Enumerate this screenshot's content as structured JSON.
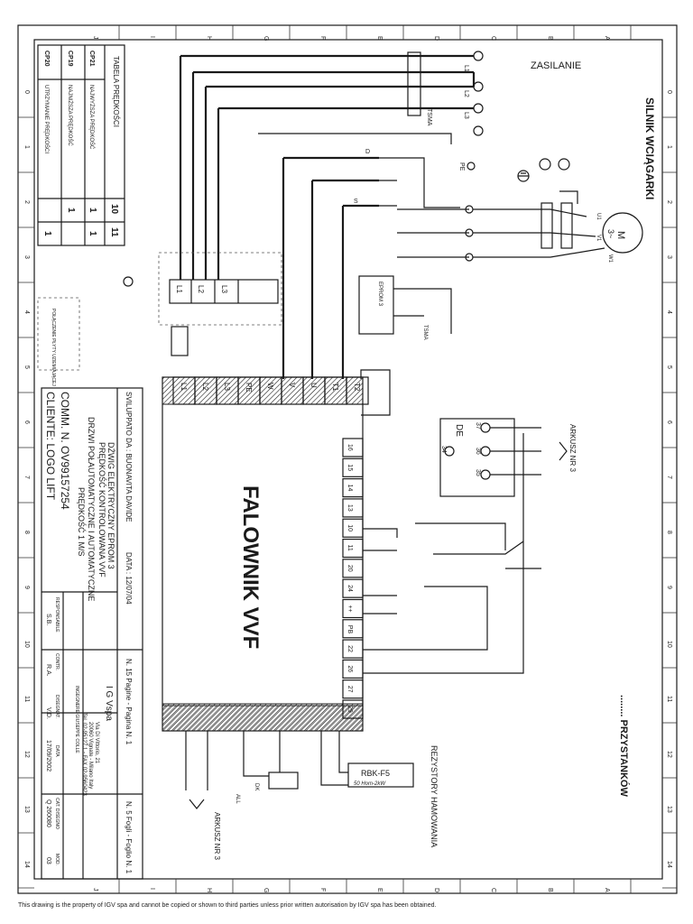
{
  "border": {
    "rows_letters": [
      "J",
      "I",
      "H",
      "G",
      "F",
      "E",
      "D",
      "C",
      "B",
      "A"
    ],
    "cols_numbers": [
      "0",
      "1",
      "2",
      "3",
      "4",
      "5",
      "6",
      "7",
      "8",
      "9",
      "10",
      "11",
      "12",
      "13",
      "14"
    ]
  },
  "labels": {
    "zasilanie": "ZASILANIE",
    "silnik": "SILNIK WCIĄGARKI",
    "przystankow": "........ PRZYSTANKÓW",
    "rezystory": "REZYSTORY HAMOWANIA",
    "rbk_name": "RBK-F5",
    "rbk_value": "50 Hom-2kW",
    "falownik": "FALOWNIK VVF",
    "arkusz_top": "ARKUSZ NR 3",
    "arkusz_bottom": "ARKUSZ NR 3",
    "tsma": "TSMA",
    "tsma2": "TSMA",
    "eprom": "EPROM 3",
    "de": "DE",
    "all": "ALL",
    "dk": "DK",
    "pe": "PE",
    "polaczenie": "POŁĄCZENIE PŁYTY UZIEMIAJĄCEJ",
    "motor": "M",
    "motor_phase": "3~"
  },
  "terminals": {
    "supply": [
      "L1",
      "L2",
      "L3"
    ],
    "left_block": [
      "L1",
      "L2",
      "L3"
    ],
    "inverter_left": [
      "L1",
      "L2",
      "L3",
      "PE",
      "W",
      "V",
      "U",
      "T1",
      "T2"
    ],
    "inverter_right": [
      "16",
      "15",
      "14",
      "13",
      "10",
      "11",
      "20",
      "24",
      "++",
      "PB",
      "22",
      "26",
      "27",
      "29"
    ],
    "motor": [
      "U1",
      "V1",
      "W1"
    ],
    "board": [
      "37",
      "36",
      "35",
      "34"
    ]
  },
  "table": {
    "title": "TABELA PRĘDKOŚCI",
    "rows": [
      {
        "code": "CP21",
        "name": "NAJWYŻSZA PRĘDKOŚĆ",
        "c10": "1",
        "c11": "1"
      },
      {
        "code": "CP19",
        "name": "NAJNIŻSZA PRĘDKOŚĆ",
        "c10": "1",
        "c11": ""
      },
      {
        "code": "CP20",
        "name": "UTRZYMANIE PRĘDKOŚCI",
        "c10": "",
        "c11": "1"
      }
    ],
    "col_headers": [
      "10",
      "11"
    ]
  },
  "title_block": {
    "sviluppato": "SVILUPPATO DA : BUONAVITA DAVIDE",
    "data_label": "DATA : 12/07/04",
    "pagine": "N. 15 Pagine - Pagina N. 1",
    "fogli": "N. 5 Fogli - Foglio N. 1",
    "line1": "DŹWIG ELEKTRYCZNY EPROM 3",
    "line2": "PRĘDKOŚĆ KONTROLOWANA VVF",
    "line3": "DRZWI POŁAUTOMATYCZNE I AUTOMATYCZNE",
    "line4": "PRĘDKOŚĆ 1 M/S",
    "comm": "COMM. N. OV99157254",
    "cliente": "CLIENTE:   LOGO LIFT",
    "company": "I G Vspa",
    "address1": "Via Di Vittorio, 21",
    "address2": "20060 Vignate - Milano Italy",
    "address3": "Tel. 02-95127.1 - FAX 02-9560423",
    "eng": "INGEGNERE GIUSEPPE COLLE",
    "resp_h": "RESPONSABILE",
    "resp_v": "S.B.",
    "contr_h": "CONTR.",
    "contr_v": "R.A.",
    "dis_h": "DISEGNAT.",
    "dis_v": "V.D.",
    "data_h": "DATA",
    "data_v": "17/09/2002",
    "cat_h": "CAT. DISEGNO",
    "cat_v": "Q 260080",
    "mod_h": "MOD.",
    "mod_v": "03"
  },
  "footer": "This drawing is the property of IGV spa and cannot be copied or shown to third parties unless prior written autorisation by IGV spa has been obtained."
}
